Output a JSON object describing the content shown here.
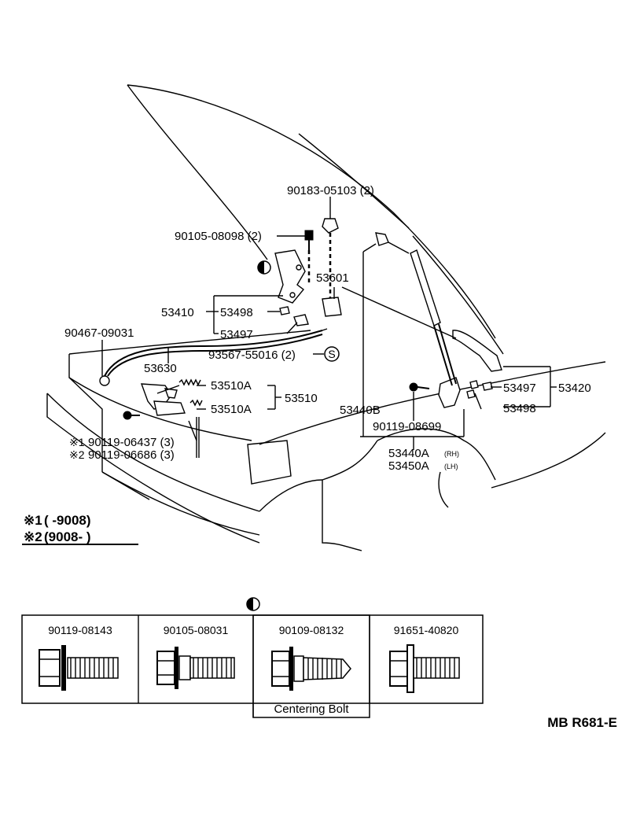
{
  "callouts": {
    "p1": "90183-05103 (2)",
    "p2": "90105-08098 (2)",
    "p3": "53601",
    "p4": "53410",
    "p5": "53498",
    "p6": "53497",
    "p7": "90467-09031",
    "p8": "53630",
    "p9": "93567-55016 (2)",
    "p10": "53510A",
    "p11": "53510",
    "p12": "53510A",
    "p13": "53440B",
    "p14": "90119-08699",
    "p15": "53497",
    "p16": "53420",
    "p17": "53498",
    "p18a": "53440A",
    "p18b": "(RH)",
    "p19a": "53450A",
    "p19b": "(LH)",
    "p20": "90119-06437 (3)",
    "p21": "90119-06686 (3)",
    "s_symbol": "S"
  },
  "notes": {
    "n1_mark": "※1",
    "n1_text": "(        -9008)",
    "n2_mark": "※2",
    "n2_text": "(9008-         )",
    "mark1": "※1",
    "mark2": "※2"
  },
  "bolts_table": {
    "cells": [
      {
        "part_no": "90119-08143",
        "caption": ""
      },
      {
        "part_no": "90105-08031",
        "caption": ""
      },
      {
        "part_no": "90109-08132",
        "caption": "Centering Bolt"
      },
      {
        "part_no": "91651-40820",
        "caption": ""
      }
    ]
  },
  "drawing_code": "MB R681-E"
}
